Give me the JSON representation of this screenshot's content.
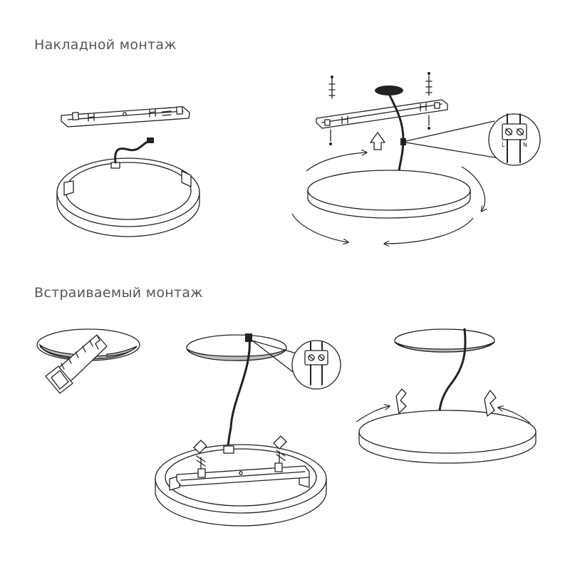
{
  "sections": {
    "surface_mount": {
      "heading": "Накладной монтаж"
    },
    "recessed_mount": {
      "heading": "Встраиваемый монтаж"
    }
  },
  "terminal": {
    "label_l": "L",
    "label_n": "N"
  },
  "colors": {
    "line": "#222222",
    "heading": "#555555",
    "cutout": "#bdbdbd"
  }
}
